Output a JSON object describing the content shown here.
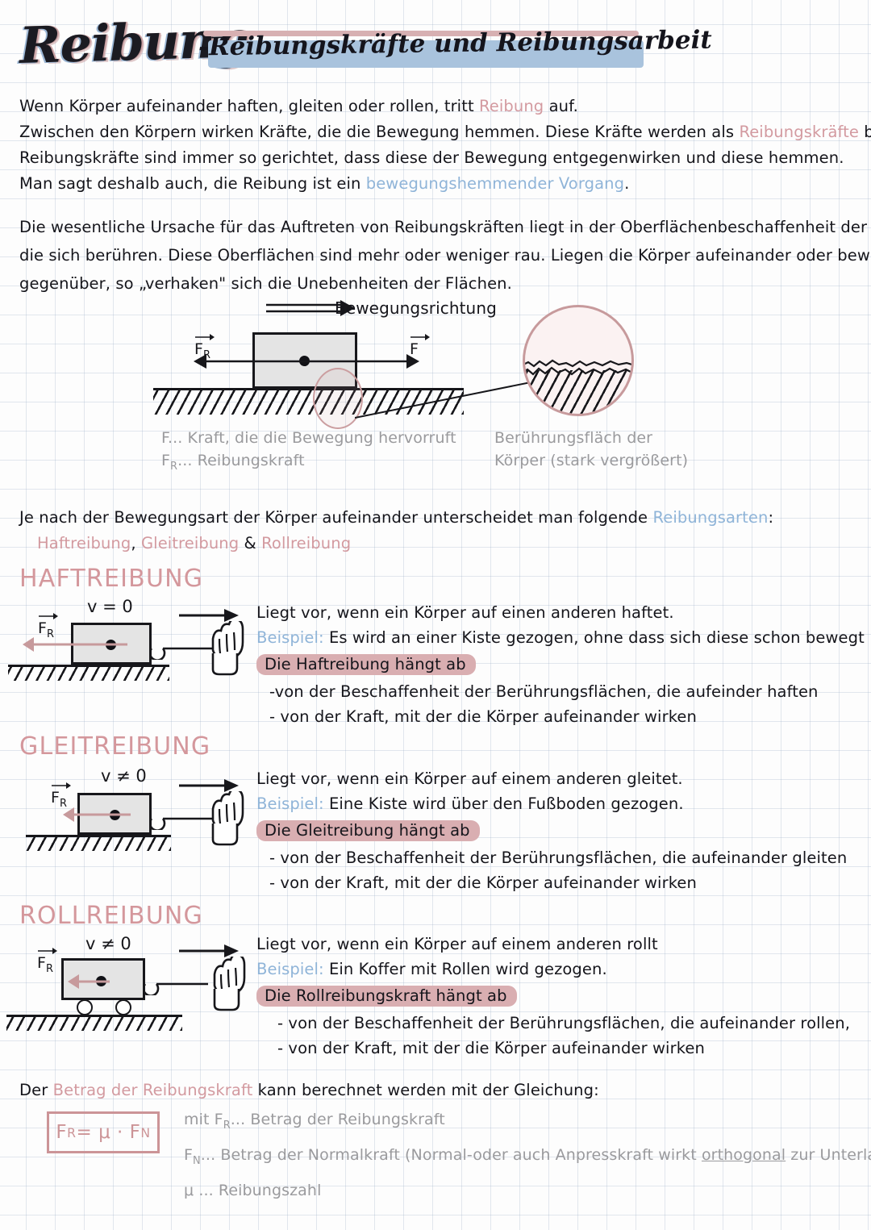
{
  "title": {
    "main": "Reibung",
    "dash": "-",
    "subtitle": "Reibungskräfte und Reibungsarbeit",
    "accent_pink": "#d39aa0",
    "accent_blue": "#a9c3dd"
  },
  "intro": {
    "line1_a": "Wenn Körper aufeinander haften, gleiten oder rollen, tritt ",
    "line1_pink": "Reibung",
    "line1_b": " auf.",
    "line2_a": "Zwischen den Körpern wirken Kräfte, die die Bewegung hemmen. Diese Kräfte werden als ",
    "line2_pink": "Reibungskräfte",
    "line2_b": " bezeichnet.",
    "line3": "Reibungskräfte sind immer so gerichtet, dass diese der Bewegung entgegenwirken und diese hemmen.",
    "line4_a": "Man sagt deshalb auch, die Reibung ist ein ",
    "line4_blue": "bewegungshemmender Vorgang",
    "line4_b": "."
  },
  "cause": {
    "line1": "Die wesentliche Ursache für das Auftreten von Reibungskräften liegt in der Oberflächenbeschaffenheit der Körper begründet,",
    "line2": "die sich berühren. Diese Oberflächen sind mehr oder weniger rau. Liegen die Körper aufeinander oder bewegen sich",
    "line3": "gegenüber, so „verhaken\" sich die Unebenheiten der Flächen."
  },
  "main_diagram": {
    "motion_label": "Bewegungsrichtung",
    "force_friction_label": "F",
    "force_friction_sub": "R",
    "force_label": "F",
    "caption_left_1": "F... Kraft, die die Bewegung hervorruft",
    "caption_left_2_a": "F",
    "caption_left_2_sub": "R",
    "caption_left_2_b": "... Reibungskraft",
    "caption_right_1": "Berührungsfläch der",
    "caption_right_2": "Körper (stark vergrößert)"
  },
  "types_intro": {
    "line1_a": "Je nach der Bewegungsart der Körper aufeinander unterscheidet man folgende ",
    "line1_blue": "Reibungsarten",
    "line1_b": ":",
    "line2_a": "Haftreibung",
    "line2_sep1": ", ",
    "line2_b": "Gleitreibung",
    "line2_sep2": " & ",
    "line2_c": "Rollreibung"
  },
  "sections": [
    {
      "heading": "HAFTREIBUNG",
      "velocity": "v = 0",
      "fr_label": "F",
      "fr_sub": "R",
      "desc_line1": "Liegt vor, wenn ein Körper auf einen anderen haftet.",
      "example_label": "Beispiel:",
      "example_text": " Es wird an einer Kiste gezogen, ohne dass sich diese  schon bewegt",
      "highlight": "Die Haftreibung hängt ab",
      "bullet1": "-von der Beschaffenheit der Berührungsflächen, die aufeinder haften",
      "bullet2": "- von der Kraft, mit der die Körper aufeinander wirken"
    },
    {
      "heading": "GLEITREIBUNG",
      "velocity": "v ≠ 0",
      "fr_label": "F",
      "fr_sub": "R",
      "desc_line1": "Liegt vor, wenn ein Körper auf einem anderen gleitet.",
      "example_label": "Beispiel:",
      "example_text": " Eine Kiste wird über den Fußboden gezogen.",
      "highlight": "Die Gleitreibung hängt ab",
      "bullet1": "- von der Beschaffenheit der Berührungsflächen, die aufeinander gleiten",
      "bullet2": "- von der Kraft, mit der die Körper aufeinander wirken"
    },
    {
      "heading": "ROLLREIBUNG",
      "velocity": "v ≠ 0",
      "fr_label": "F",
      "fr_sub": "R",
      "desc_line1": "Liegt vor, wenn ein Körper auf einem anderen rollt",
      "example_label": "Beispiel:",
      "example_text": " Ein Koffer mit Rollen wird gezogen.",
      "highlight": "Die Rollreibungskraft hängt ab",
      "bullet1": "- von der Beschaffenheit der Berührungsflächen, die aufeinander rollen,",
      "bullet2": "- von der Kraft, mit der die Körper aufeinander wirken"
    }
  ],
  "formula": {
    "intro_a": "Der ",
    "intro_pink": "Betrag der Reibungskraft",
    "intro_b": " kann berechnet werden mit der Gleichung:",
    "equation": "F",
    "equation_sub1": "R",
    "equation_mid": " = μ · F",
    "equation_sub2": "N",
    "legend1_a": "mit F",
    "legend1_sub": "R",
    "legend1_b": "... Betrag der Reibungskraft",
    "legend2_a": "F",
    "legend2_sub": "N",
    "legend2_b": "... Betrag der Normalkraft (Normal-oder auch Anpresskraft wirkt ",
    "legend2_underline": "orthogonal",
    "legend2_c": " zur Unterlage)",
    "legend3": "μ ... Reibungszahl"
  }
}
